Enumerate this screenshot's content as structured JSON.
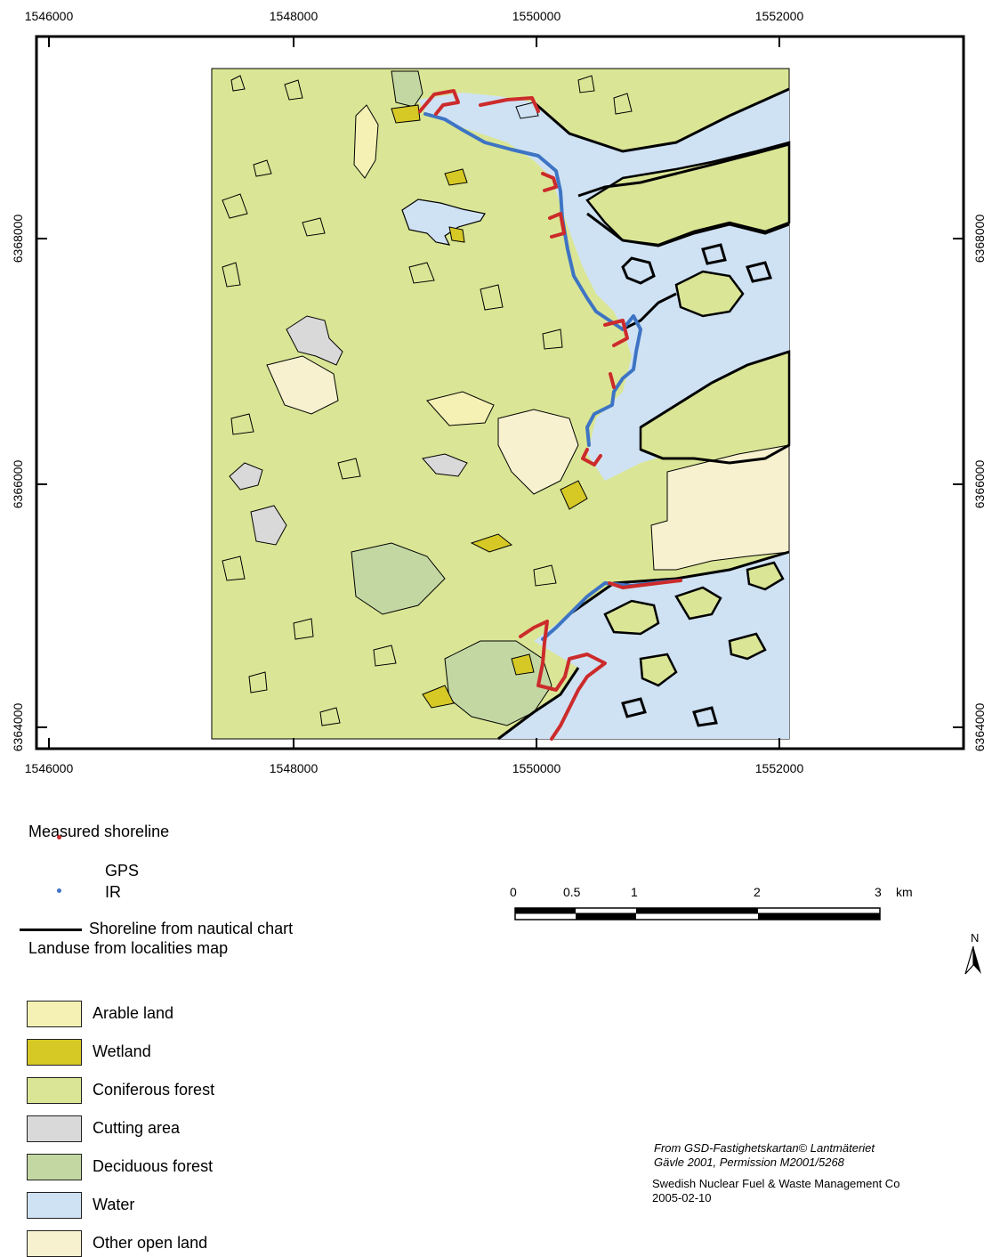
{
  "map": {
    "x_ticks": [
      {
        "value": "1546000",
        "lx": 55
      },
      {
        "value": "1548000",
        "lx": 330
      },
      {
        "value": "1550000",
        "lx": 603
      },
      {
        "value": "1552000",
        "lx": 876
      }
    ],
    "y_ticks": [
      {
        "value": "6368000",
        "ly": 268
      },
      {
        "value": "6366000",
        "ly": 544
      },
      {
        "value": "6364000",
        "ly": 817
      }
    ],
    "colors": {
      "frame": "#000000",
      "gps": "#cc2b2b",
      "ir": "#3e74c4",
      "chart_shoreline": "#000000"
    }
  },
  "legend": {
    "measured_title": "Measured shoreline",
    "gps_label": "GPS",
    "ir_label": "IR",
    "nautical_label": "Shoreline from nautical chart",
    "landuse_title": "Landuse from localities map",
    "landuse": [
      {
        "label": "Arable land",
        "color": "#f5f1b5"
      },
      {
        "label": "Wetland",
        "color": "#d6c825"
      },
      {
        "label": "Coniferous forest",
        "color": "#dae695"
      },
      {
        "label": "Cutting area",
        "color": "#d9d9d9"
      },
      {
        "label": "Deciduous forest",
        "color": "#c3d7a3"
      },
      {
        "label": "Water",
        "color": "#cfe2f3"
      },
      {
        "label": "Other open land",
        "color": "#f7f1d0"
      }
    ]
  },
  "scalebar": {
    "labels": [
      "0",
      "0.5",
      "1",
      "2",
      "3"
    ],
    "unit": "km"
  },
  "north": {
    "label": "N"
  },
  "credits": {
    "line1": "From GSD-Fastighetskartan© Lantmäteriet",
    "line2": "Gävle 2001, Permission M2001/5268",
    "line3": "Swedish Nuclear Fuel & Waste Management Co",
    "line4": "2005-02-10"
  }
}
